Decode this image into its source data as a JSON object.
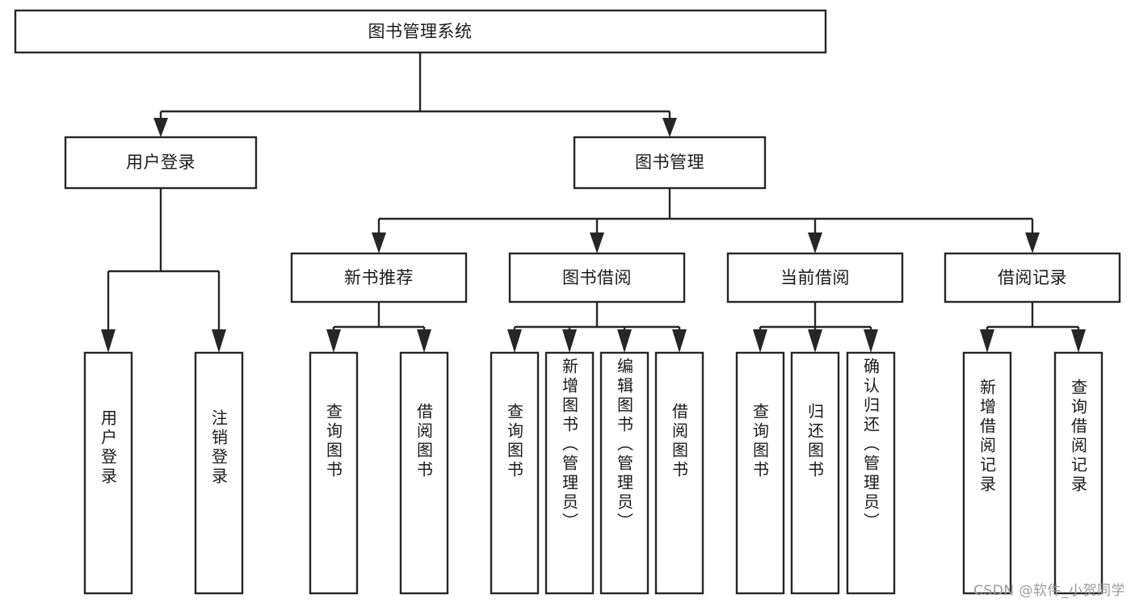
{
  "diagram": {
    "title": "图书管理系统",
    "type": "tree-hierarchy",
    "watermark": "CSDN @软件_小贺同学",
    "colors": {
      "stroke": "#262626",
      "fill": "#ffffff",
      "text": "#1a1a1a",
      "watermark": "#9a9a9a",
      "background": "#ffffff"
    },
    "root": {
      "label": "图书管理系统",
      "orientation": "horizontal"
    },
    "level2": [
      {
        "id": "user-login",
        "label": "用户登录",
        "orientation": "horizontal"
      },
      {
        "id": "book-manage",
        "label": "图书管理",
        "orientation": "horizontal"
      }
    ],
    "level3": [
      {
        "id": "new-book-rec",
        "label": "新书推荐",
        "orientation": "horizontal",
        "parent": "book-manage"
      },
      {
        "id": "book-borrow",
        "label": "图书借阅",
        "orientation": "horizontal",
        "parent": "book-manage"
      },
      {
        "id": "current-borrow",
        "label": "当前借阅",
        "orientation": "horizontal",
        "parent": "book-manage"
      },
      {
        "id": "borrow-record",
        "label": "借阅记录",
        "orientation": "horizontal",
        "parent": "book-manage"
      }
    ],
    "leaves": {
      "user-login": [
        {
          "id": "leaf-user-login",
          "label": "用户登录"
        },
        {
          "id": "leaf-user-logout",
          "label": "注销登录"
        }
      ],
      "new-book-rec": [
        {
          "id": "leaf-query-book-1",
          "label": "查询图书"
        },
        {
          "id": "leaf-borrow-book-1",
          "label": "借阅图书"
        }
      ],
      "book-borrow": [
        {
          "id": "leaf-query-book-2",
          "label": "查询图书"
        },
        {
          "id": "leaf-add-book",
          "label": "新增图书（管理员）"
        },
        {
          "id": "leaf-edit-book",
          "label": "编辑图书（管理员）"
        },
        {
          "id": "leaf-borrow-book-2",
          "label": "借阅图书"
        }
      ],
      "current-borrow": [
        {
          "id": "leaf-query-book-3",
          "label": "查询图书"
        },
        {
          "id": "leaf-return-book",
          "label": "归还图书"
        },
        {
          "id": "leaf-confirm-return",
          "label": "确认归还（管理员）"
        }
      ],
      "borrow-record": [
        {
          "id": "leaf-add-record",
          "label": "新增借阅记录"
        },
        {
          "id": "leaf-query-record",
          "label": "查询借阅记录"
        }
      ]
    }
  }
}
